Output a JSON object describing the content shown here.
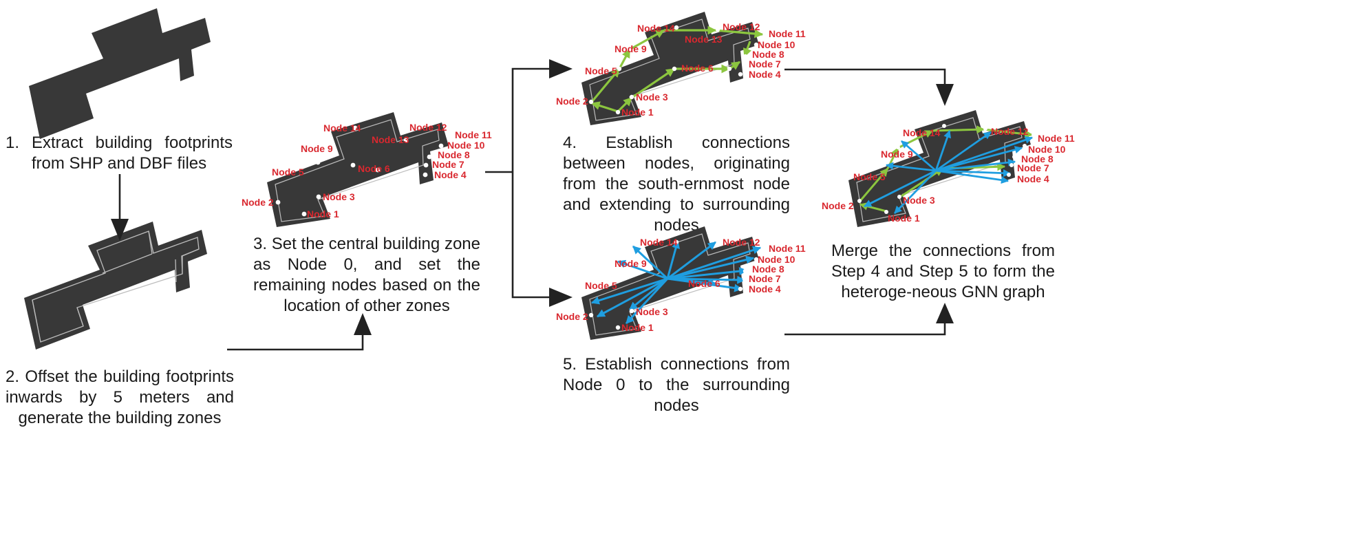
{
  "steps": {
    "s1": "1. Extract building footprints from SHP and DBF files",
    "s2": "2. Offset the building footprints inwards by 5 meters and generate the building zones",
    "s3": "3. Set the central building zone as Node 0, and set the remaining nodes based on the location of other zones",
    "s4": "4. Establish connections between nodes, originating from the south-ernmost node and extending to surrounding nodes",
    "s5": "5. Establish connections from Node 0 to the surrounding nodes",
    "merge": "Merge the connections from Step 4 and Step 5 to form the heteroge-neous GNN graph"
  },
  "nodes": [
    "Node 1",
    "Node 2",
    "Node 3",
    "Node 4",
    "Node 5",
    "Node 6",
    "Node 7",
    "Node 8",
    "Node 9",
    "Node 10",
    "Node 11",
    "Node 12",
    "Node 13",
    "Node 14"
  ],
  "colors": {
    "building": "#383838",
    "zone_line": "#bdbdbd",
    "node_label": "#d9282f",
    "green_edge": "#8cc63f",
    "blue_edge": "#1f9ee0",
    "arrow": "#222222"
  }
}
